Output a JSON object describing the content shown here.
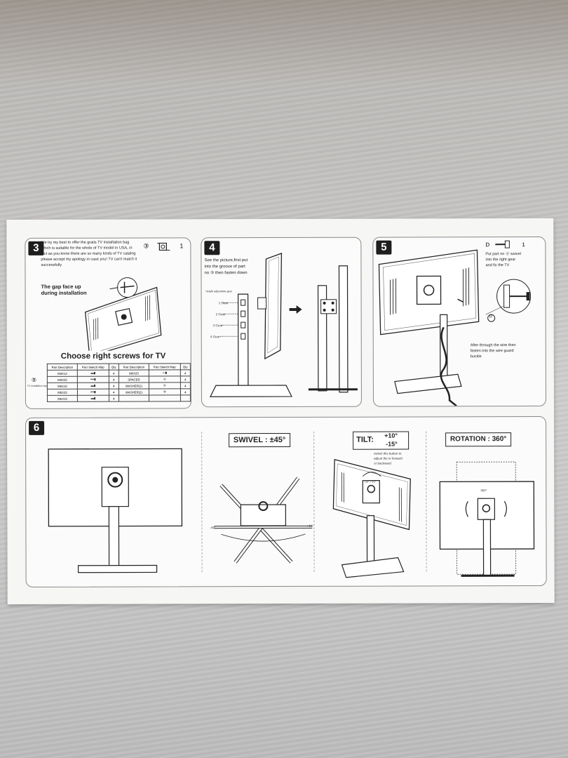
{
  "step3": {
    "number": "3",
    "intro_lines": [
      "We try my best to offer the gratis TV installation bag",
      "which is suitable for the whole of TV model in USA, in",
      "fact as you know there are so many kinds of TV catalog",
      "please accept my apology in case you! TV can't match it",
      "successfully"
    ],
    "part_ref": "③",
    "part_qty": "1",
    "gap_label_line1": "The gap face up",
    "gap_label_line2": "during installation",
    "screws_title": "Choose right screws for TV",
    "bag_number": "⑤",
    "bag_label": "TV installation bag",
    "table": {
      "headers": [
        "Part Description",
        "Part Sketch Map",
        "Qty",
        "Part Description",
        "Part Sketch Map",
        "Qty"
      ],
      "rows": [
        [
          "M4X12",
          "",
          "4",
          "M6X25",
          "",
          "4"
        ],
        [
          "M4X25",
          "",
          "4",
          "SPACER",
          "",
          "4"
        ],
        [
          "M5X16",
          "",
          "4",
          "WASHER(1)",
          "",
          "4"
        ],
        [
          "M5X25",
          "",
          "4",
          "WASHER(2)",
          "",
          "4"
        ],
        [
          "M6X16",
          "",
          "4",
          "",
          "",
          ""
        ]
      ]
    }
  },
  "step4": {
    "number": "4",
    "text_lines": [
      "See the picture,first put",
      "into the groove of part",
      "no ③ then fasten down"
    ],
    "height_label": "height adjustable gear",
    "gears": [
      "1 Gear",
      "2 Gear",
      "3 Gear",
      "4 Gear"
    ]
  },
  "step5": {
    "number": "5",
    "part_letter": "D",
    "part_qty": "1",
    "text_lines": [
      "Put part no ⓓ swivel",
      "into the right gear",
      "and fix the TV"
    ],
    "callout": "D",
    "wire_lines": [
      "After through the wire then",
      "fasten into the wire guard",
      "buckle"
    ]
  },
  "step6": {
    "number": "6",
    "swivel_label": "SWIVEL : ±45°",
    "swivel_left": "-45°",
    "swivel_right": "+45°",
    "tilt_label": "TILT:",
    "tilt_up": "+10°",
    "tilt_down": "-15°",
    "tilt_note_lines": [
      "swivel this button to",
      "adjust the tv forward",
      "or backward"
    ],
    "tilt_small": "+10° / -15°",
    "rotation_label": "ROTATION : 360°",
    "rotation_degree": "360°"
  },
  "colors": {
    "paper": "#f6f6f5",
    "ink": "#222222",
    "badge": "#1e1e1e"
  }
}
